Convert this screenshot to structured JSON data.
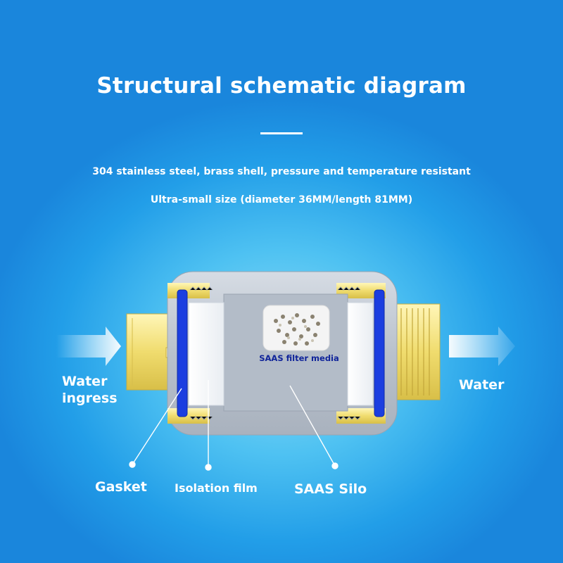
{
  "title": "Structural schematic diagram",
  "subtitle_1": "304 stainless steel, brass shell, pressure and temperature resistant",
  "subtitle_2": "Ultra-small size (diameter 36MM/length 81MM)",
  "labels": {
    "water_in_line1": "Water",
    "water_in_line2": "ingress",
    "water_out": "Water",
    "filter_media": "SAAS filter media",
    "gasket": "Gasket",
    "isolation_film": "Isolation film",
    "silo": "SAAS Silo"
  },
  "colors": {
    "brass": "#f2e27a",
    "gasket_blue": "#1b3ee0",
    "housing_grey": "#c5ccd6",
    "media_navy": "#10249a"
  }
}
